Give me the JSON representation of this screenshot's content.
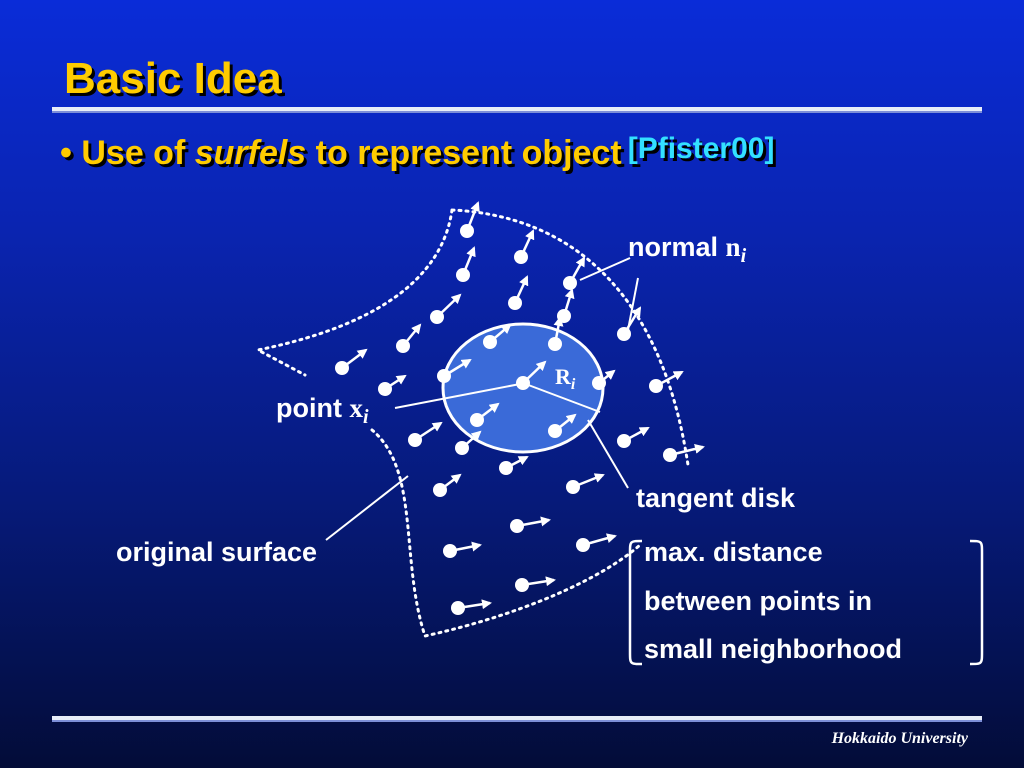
{
  "slide": {
    "title": "Basic Idea",
    "bullet": {
      "marker": "•",
      "prefix": "Use of ",
      "emphasis": "surfels",
      "suffix": " to represent object",
      "reference": "[Pfister00]"
    }
  },
  "diagram": {
    "normal_label": "normal",
    "normal_symbol": "n",
    "normal_index": "i",
    "point_label": "point",
    "point_symbol": "x",
    "point_index": "i",
    "radius_symbol": "R",
    "radius_index": "i",
    "tangent_disk_label": "tangent disk",
    "original_surface_label": "original surface",
    "radius_note": [
      "max. distance",
      "between points in",
      "small neighborhood"
    ]
  },
  "footer": "Hokkaido University",
  "colors": {
    "title": "#ffcc00",
    "reference": "#33e0ff",
    "disk": "#3a6ad8"
  }
}
